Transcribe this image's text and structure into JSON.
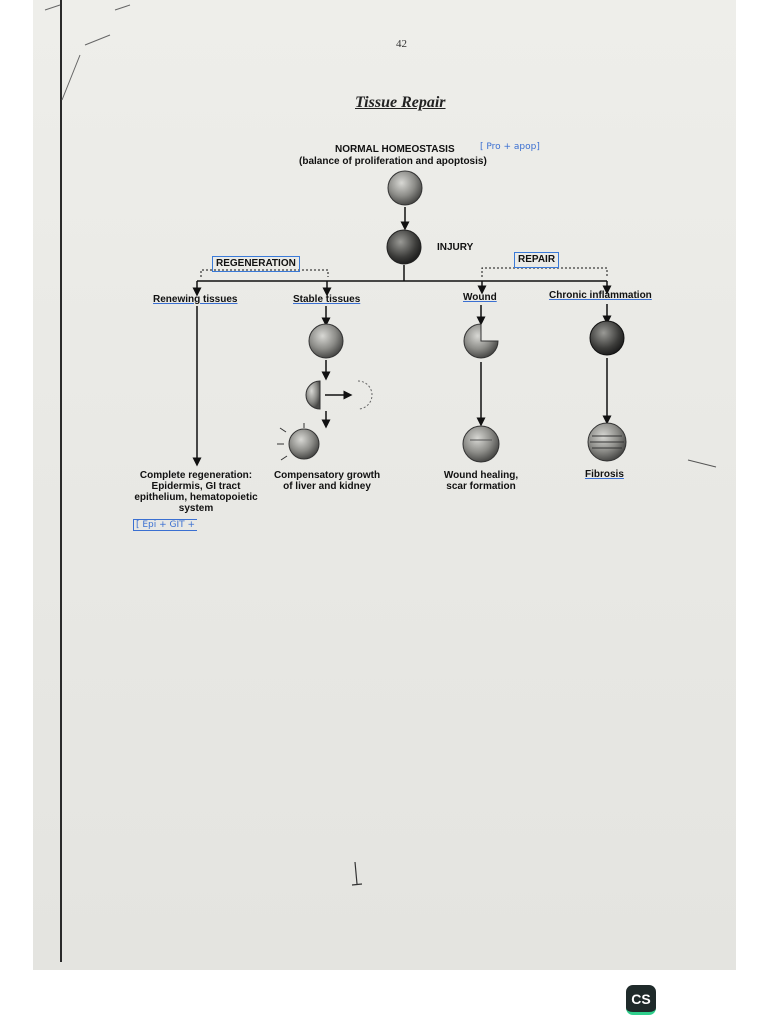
{
  "page_number": "42",
  "title": "Tissue Repair",
  "diagram": {
    "top_label": "NORMAL HOMEOSTASIS",
    "top_note": "(balance of proliferation and apoptosis)",
    "handwritten_note": "[ Pro + apop]",
    "injury_label": "INJURY",
    "regeneration_label": "REGENERATION",
    "repair_label": "REPAIR",
    "branches": {
      "renewing": "Renewing tissues",
      "stable": "Stable tissues",
      "wound": "Wound",
      "chronic": "Chronic inflammation"
    },
    "outcomes": {
      "complete_regen": "Complete regeneration: Epidermis, GI tract epithelium, hematopoietic system",
      "compensatory": "Compensatory growth of liver and kidney",
      "wound_healing": "Wound healing, scar formation",
      "fibrosis": "Fibrosis"
    },
    "handwritten_box": "[ Epi + GIT +"
  },
  "scanner_logo": "CS"
}
